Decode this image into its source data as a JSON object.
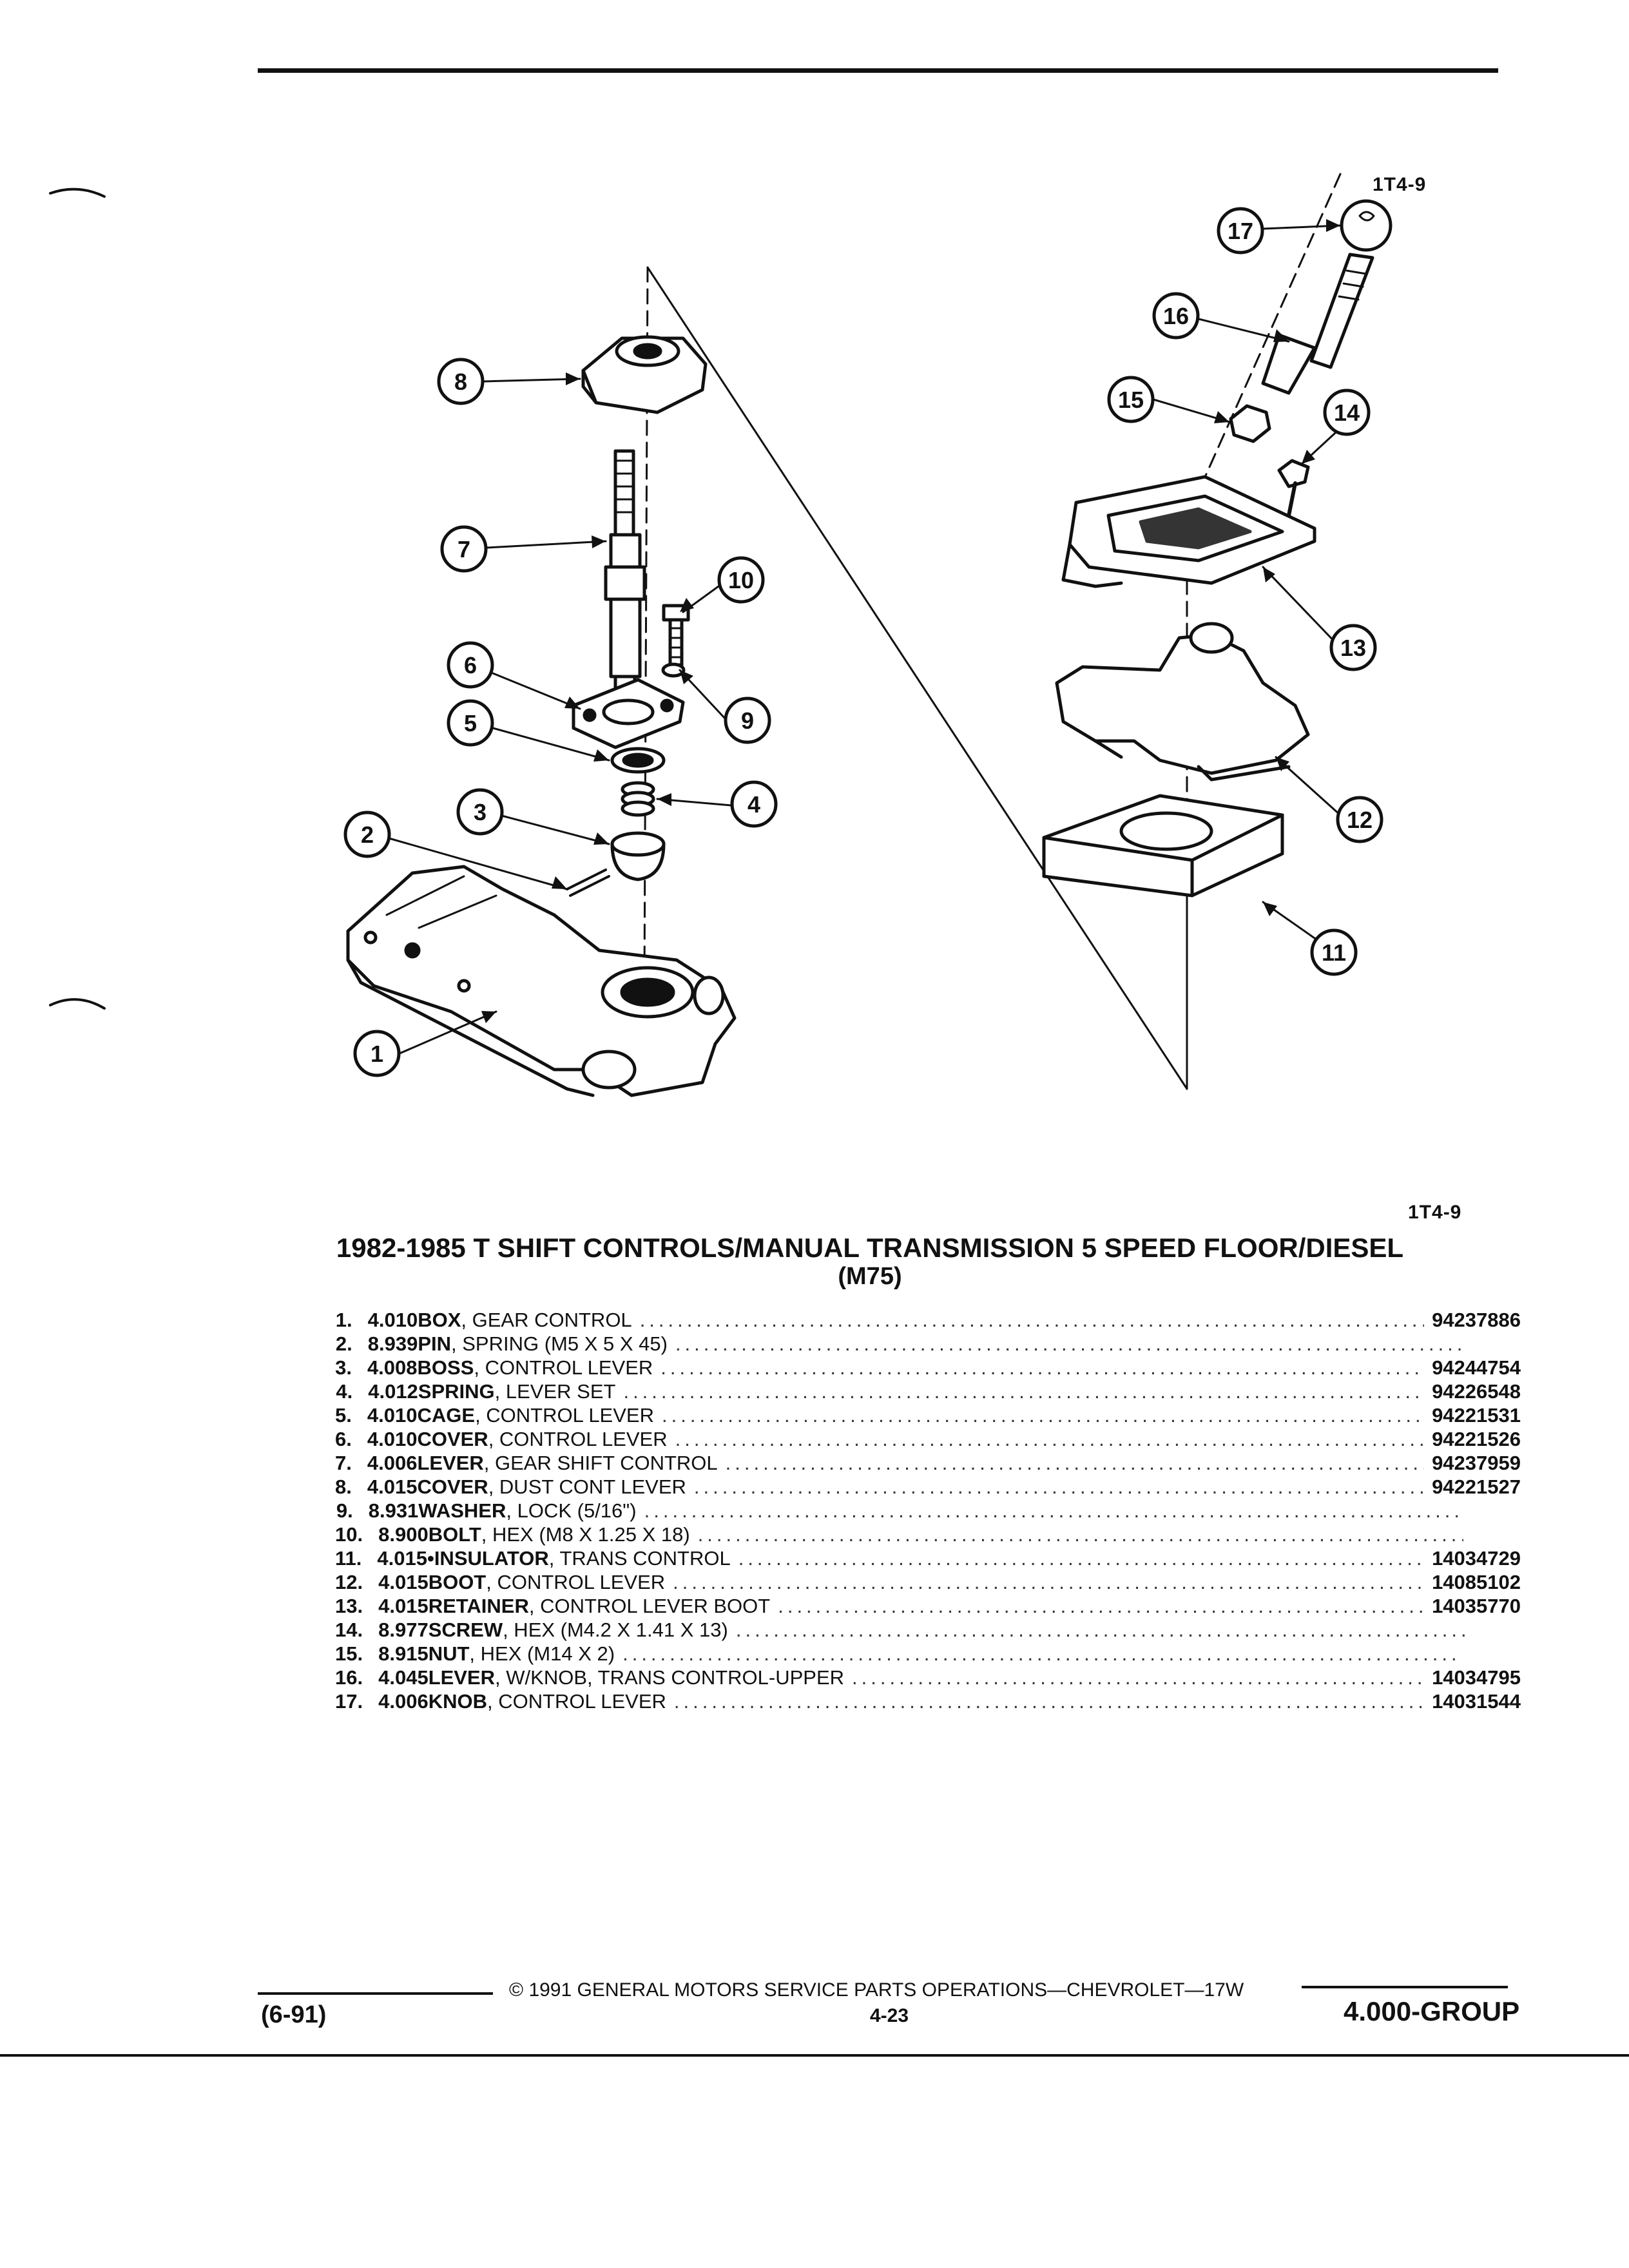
{
  "figure_refs": {
    "top": "1T4-9",
    "bottom": "1T4-9"
  },
  "callouts": [
    "1",
    "2",
    "3",
    "4",
    "5",
    "6",
    "7",
    "8",
    "9",
    "10",
    "11",
    "12",
    "13",
    "14",
    "15",
    "16",
    "17"
  ],
  "title": {
    "line1": "1982-1985 T SHIFT CONTROLS/MANUAL TRANSMISSION 5 SPEED FLOOR/DIESEL",
    "line2": "(M75)"
  },
  "parts": [
    {
      "num": "1.",
      "group": "4.010",
      "name": "BOX",
      "spec": ", GEAR CONTROL",
      "part": "94237886"
    },
    {
      "num": "2.",
      "group": "8.939",
      "name": "PIN",
      "spec": ", SPRING (M5 X 5 X 45)",
      "part": ""
    },
    {
      "num": "3.",
      "group": "4.008",
      "name": "BOSS",
      "spec": ", CONTROL LEVER",
      "part": "94244754"
    },
    {
      "num": "4.",
      "group": "4.012",
      "name": "SPRING",
      "spec": ", LEVER SET",
      "part": "94226548"
    },
    {
      "num": "5.",
      "group": "4.010",
      "name": "CAGE",
      "spec": ", CONTROL LEVER",
      "part": "94221531"
    },
    {
      "num": "6.",
      "group": "4.010",
      "name": "COVER",
      "spec": ", CONTROL LEVER",
      "part": "94221526"
    },
    {
      "num": "7.",
      "group": "4.006",
      "name": "LEVER",
      "spec": ", GEAR SHIFT CONTROL",
      "part": "94237959"
    },
    {
      "num": "8.",
      "group": "4.015",
      "name": "COVER",
      "spec": ", DUST CONT LEVER",
      "part": "94221527"
    },
    {
      "num": "9.",
      "group": "8.931",
      "name": "WASHER",
      "spec": ", LOCK (5/16\")",
      "part": ""
    },
    {
      "num": "10.",
      "group": "8.900",
      "name": "BOLT",
      "spec": ", HEX (M8 X 1.25 X 18)",
      "part": ""
    },
    {
      "num": "11.",
      "group": "4.015",
      "name": "•INSULATOR",
      "spec": ", TRANS CONTROL",
      "part": "14034729"
    },
    {
      "num": "12.",
      "group": "4.015",
      "name": "BOOT",
      "spec": ", CONTROL LEVER",
      "part": "14085102"
    },
    {
      "num": "13.",
      "group": "4.015",
      "name": "RETAINER",
      "spec": ", CONTROL LEVER BOOT",
      "part": "14035770"
    },
    {
      "num": "14.",
      "group": "8.977",
      "name": "SCREW",
      "spec": ", HEX (M4.2 X 1.41 X 13)",
      "part": ""
    },
    {
      "num": "15.",
      "group": "8.915",
      "name": "NUT",
      "spec": ", HEX (M14 X 2)",
      "part": ""
    },
    {
      "num": "16.",
      "group": "4.045",
      "name": "LEVER",
      "spec": ", W/KNOB, TRANS CONTROL-UPPER",
      "part": "14034795"
    },
    {
      "num": "17.",
      "group": "4.006",
      "name": "KNOB",
      "spec": ", CONTROL LEVER",
      "part": "14031544"
    }
  ],
  "footer": {
    "copyright": "© 1991 GENERAL MOTORS SERVICE PARTS OPERATIONS—CHEVROLET—17W",
    "date_code": "(6-91)",
    "page": "4-23",
    "group": "4.000-GROUP"
  }
}
